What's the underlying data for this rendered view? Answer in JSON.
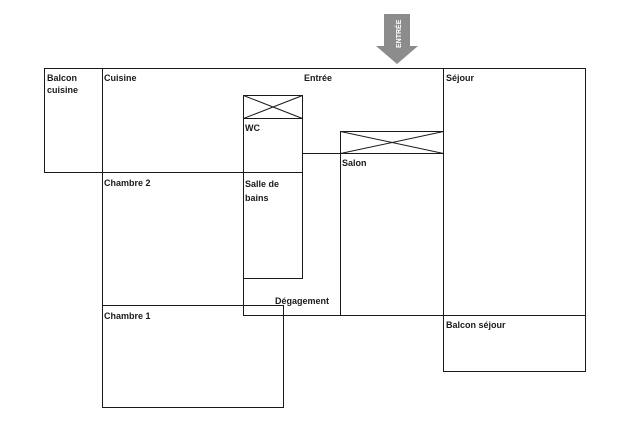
{
  "entrance_arrow": {
    "label": "ENTRÉE",
    "color": "#8c8c8c"
  },
  "rooms": {
    "balcon_cuisine": "Balcon cuisine",
    "cuisine": "Cuisine",
    "entree": "Entrée",
    "sejour": "Séjour",
    "wc": "WC",
    "salon": "Salon",
    "chambre2": "Chambre 2",
    "salle_de_bains": "Salle de bains",
    "degagement": "Dégagement",
    "chambre1": "Chambre 1",
    "balcon_sejour": "Balcon séjour"
  }
}
